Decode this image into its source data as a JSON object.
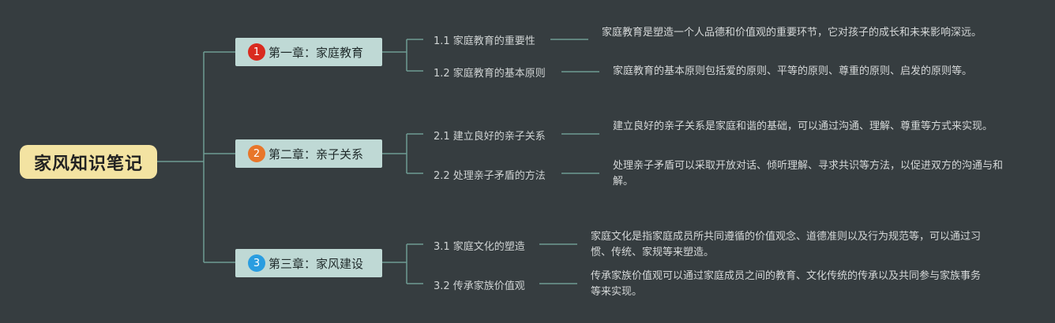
{
  "root": {
    "label": "家风知识笔记"
  },
  "chapters": [
    {
      "number": "1",
      "badge_color": "#d92b1f",
      "label": "第一章：家庭教育",
      "sections": [
        {
          "label": "1.1 家庭教育的重要性",
          "description": "家庭教育是塑造一个人品德和价值观的重要环节，它对孩子的成长和未来影响深远。"
        },
        {
          "label": "1.2 家庭教育的基本原则",
          "description": "家庭教育的基本原则包括爱的原则、平等的原则、尊重的原则、启发的原则等。"
        }
      ]
    },
    {
      "number": "2",
      "badge_color": "#e8762a",
      "label": "第二章：亲子关系",
      "sections": [
        {
          "label": "2.1 建立良好的亲子关系",
          "description": "建立良好的亲子关系是家庭和谐的基础，可以通过沟通、理解、尊重等方式来实现。"
        },
        {
          "label": "2.2 处理亲子矛盾的方法",
          "description": "处理亲子矛盾可以采取开放对话、倾听理解、寻求共识等方法，以促进双方的沟通与和解。"
        }
      ]
    },
    {
      "number": "3",
      "badge_color": "#2a9de0",
      "label": "第三章：家风建设",
      "sections": [
        {
          "label": "3.1 家庭文化的塑造",
          "description": "家庭文化是指家庭成员所共同遵循的价值观念、道德准则以及行为规范等，可以通过习惯、传统、家规等来塑造。"
        },
        {
          "label": "3.2 传承家族价值观",
          "description": "传承家族价值观可以通过家庭成员之间的教育、文化传统的传承以及共同参与家族事务等来实现。"
        }
      ]
    }
  ],
  "colors": {
    "line": "#6f9c93",
    "background": "#363d40"
  }
}
